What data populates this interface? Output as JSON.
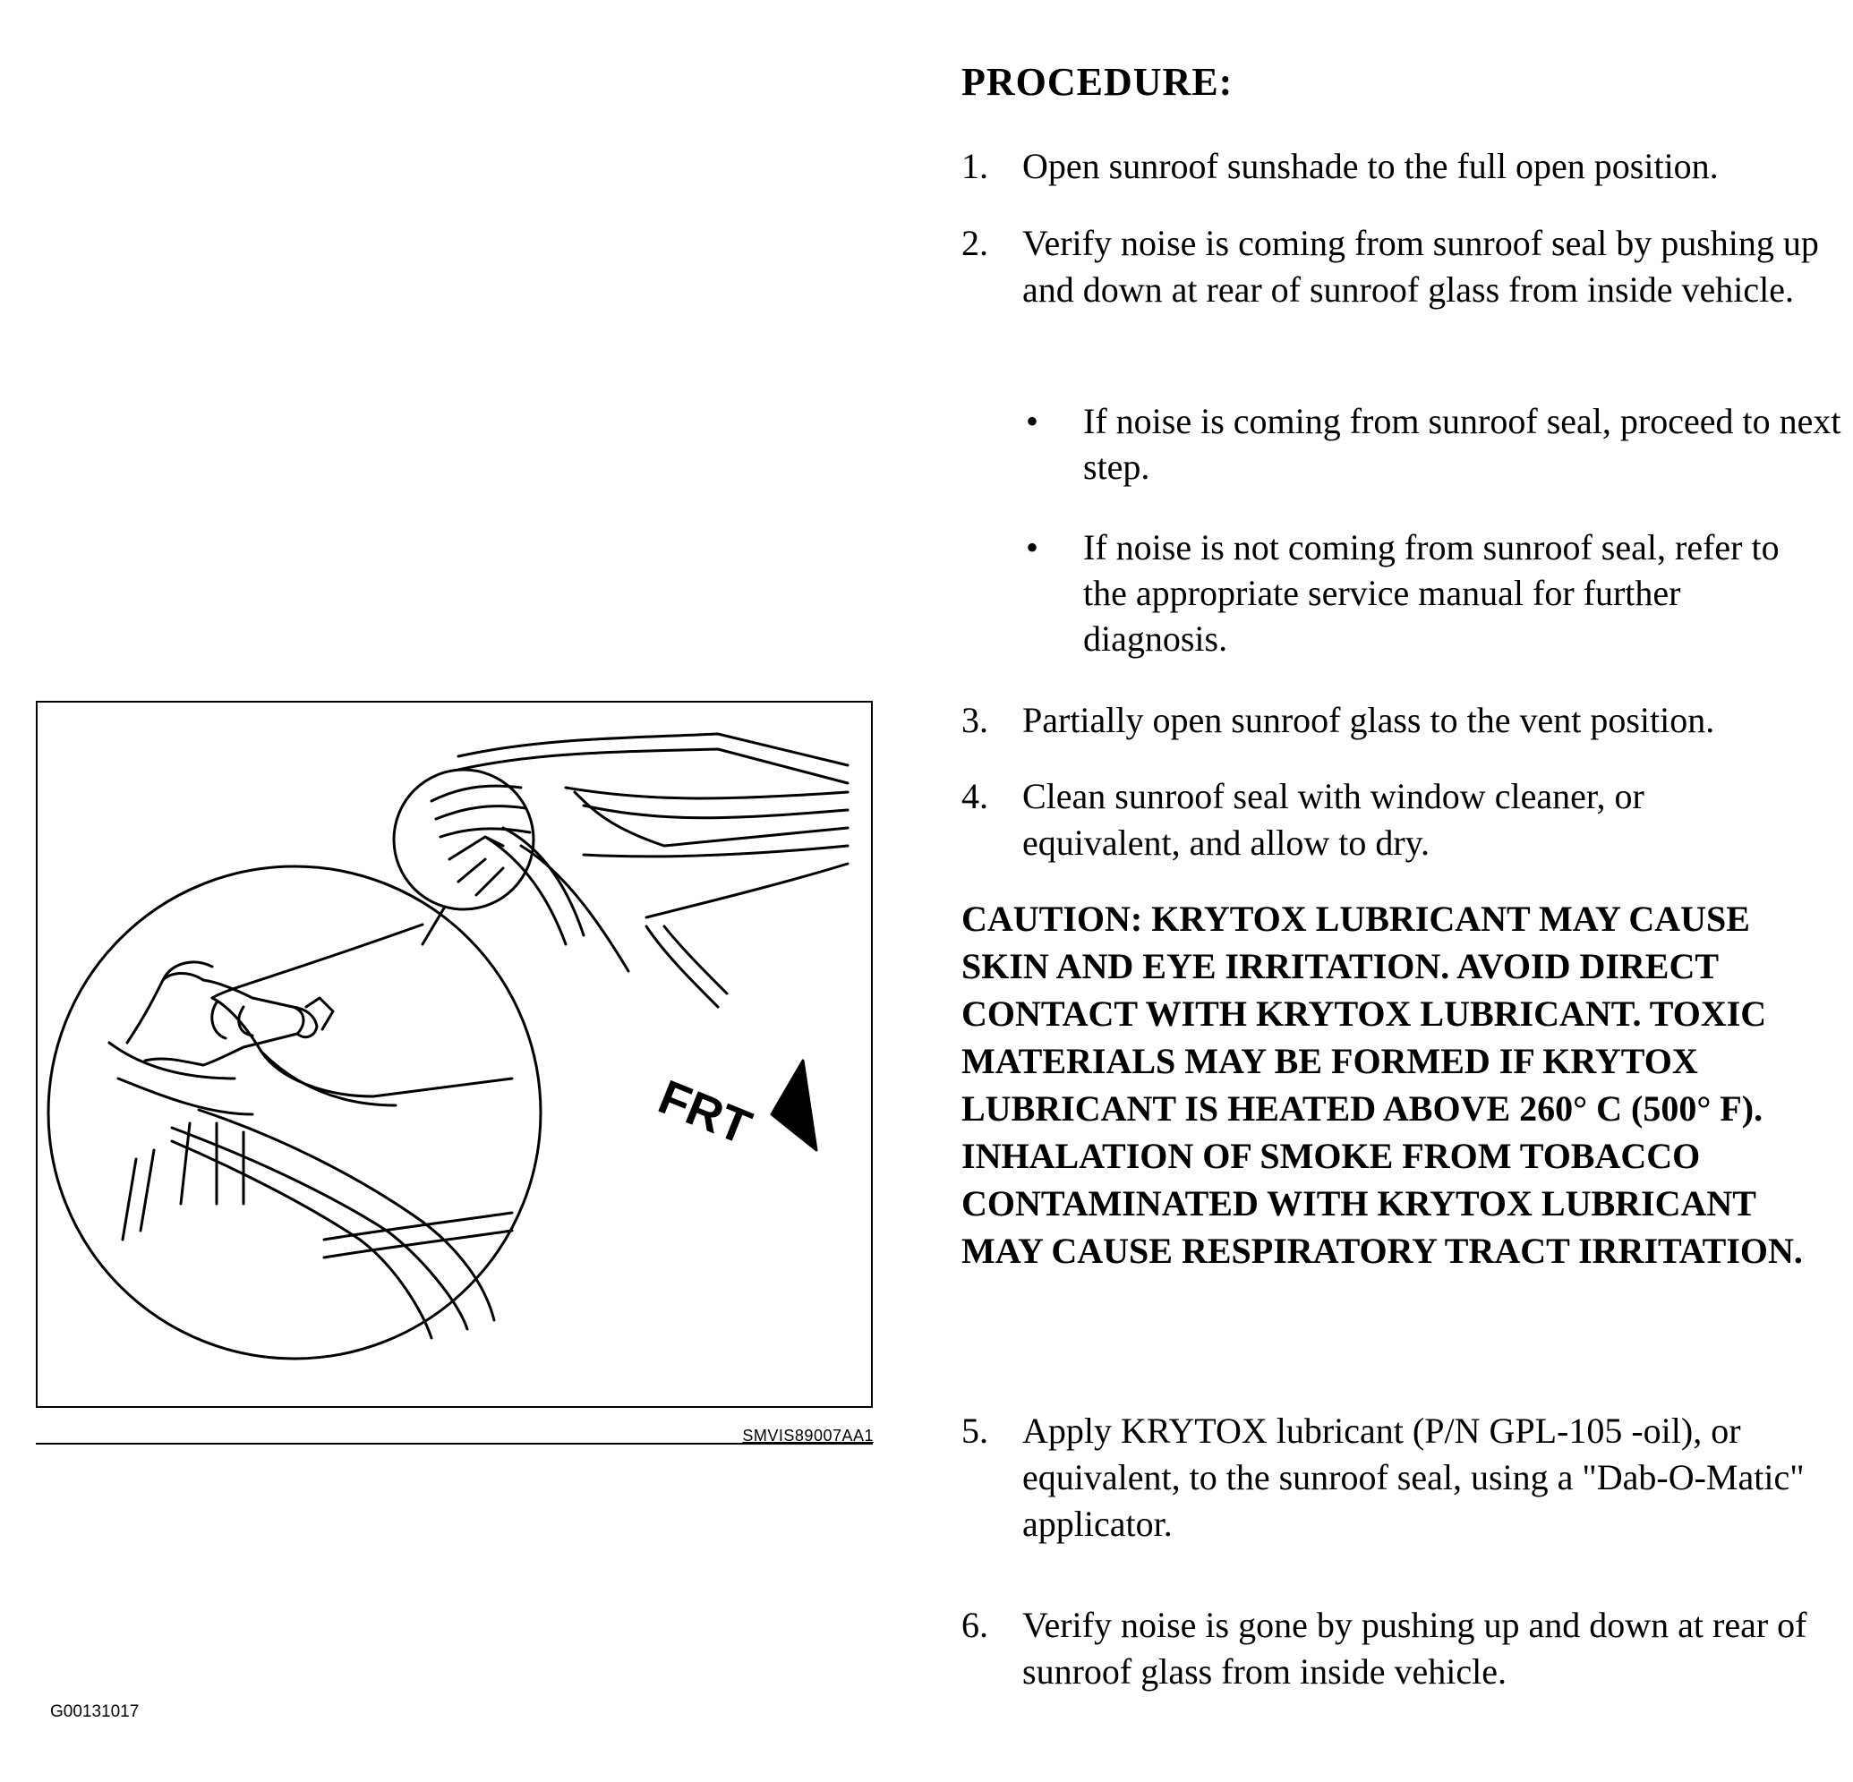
{
  "procedure": {
    "heading": "PROCEDURE:",
    "steps": [
      {
        "num": "1.",
        "text": "Open sunroof sunshade to the full open position."
      },
      {
        "num": "2.",
        "text": "Verify noise is coming from sunroof seal by pushing up and down at rear of sunroof glass from inside vehicle."
      },
      {
        "num": "3.",
        "text": "Partially open sunroof glass to the vent position."
      },
      {
        "num": "4.",
        "text": "Clean sunroof seal with window cleaner, or equivalent, and allow to dry."
      },
      {
        "num": "5.",
        "text": "Apply KRYTOX lubricant (P/N GPL-105 -oil), or equivalent, to the sunroof seal, using a \"Dab-O-Matic\" applicator."
      },
      {
        "num": "6.",
        "text": "Verify noise is gone by pushing up and down at rear of sunroof glass from inside vehicle."
      }
    ],
    "bullets": [
      {
        "dot": "•",
        "text": "If noise is coming from sunroof seal, proceed to next step."
      },
      {
        "dot": "•",
        "text": "If noise is not coming from sunroof seal, refer to the appropriate service manual for further diagnosis."
      }
    ],
    "caution": "CAUTION: KRYTOX LUBRICANT MAY CAUSE SKIN AND EYE IRRITATION. AVOID DIRECT CONTACT WITH KRYTOX LUBRICANT. TOXIC MATERIALS MAY BE FORMED IF KRYTOX LUBRICANT IS HEATED ABOVE 260° C (500° F). INHALATION OF SMOKE FROM TOBACCO CONTAMINATED WITH KRYTOX LUBRICANT MAY CAUSE RESPIRATORY TRACT IRRITATION."
  },
  "figure": {
    "direction_label": "FRT",
    "code": "SMVIS89007AA1"
  },
  "document_id": "G00131017"
}
